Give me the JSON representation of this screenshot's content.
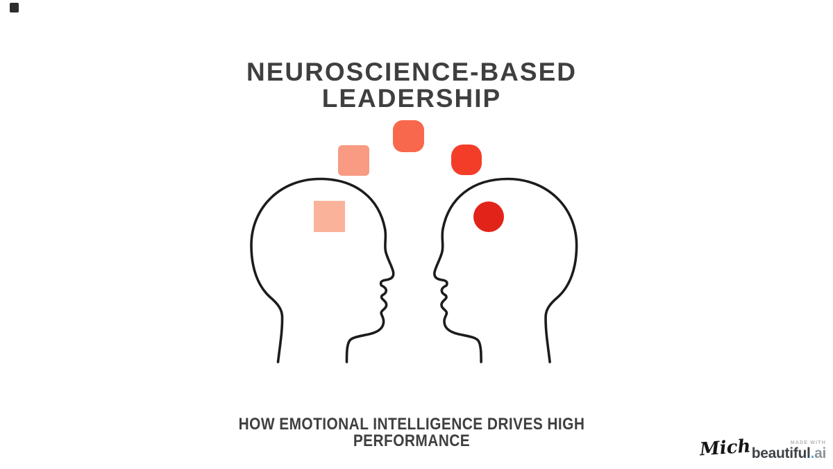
{
  "slide": {
    "title": {
      "line1": "NEUROSCIENCE-BASED",
      "line2": "LEADERSHIP"
    },
    "subtitle": {
      "line1": "HOW EMOTIONAL INTELLIGENCE DRIVES HIGH",
      "line2": "PERFORMANCE"
    }
  },
  "illustration": {
    "left_head": "human-head-profile-facing-right",
    "right_head": "human-head-profile-facing-left",
    "shapes": [
      "rounded-square-floating-left",
      "squircle-floating-middle",
      "squircle-floating-right",
      "square-inside-left-head",
      "circle-inside-right-head"
    ]
  },
  "branding": {
    "signature": "Mich",
    "made_with": "MADE WITH",
    "logo_name": "beautiful",
    "logo_dot": ".",
    "logo_suffix": "ai"
  },
  "colors": {
    "background": "#FFFFFF",
    "text": "#3F3F3F",
    "head_outline": "#1C1C1C",
    "corner_square": "#2D2D2D",
    "float_square_left": "#F89B82",
    "float_square_mid": "#F8684C",
    "float_square_right": "#F43D29",
    "inner_square_left": "#FBB29A",
    "inner_circle_right": "#E2231A",
    "logo_dark": "#3E4347",
    "logo_dot_blue": "#4FB0E8",
    "logo_gray": "#8F9499",
    "made_with_gray": "#B5B5B5"
  }
}
